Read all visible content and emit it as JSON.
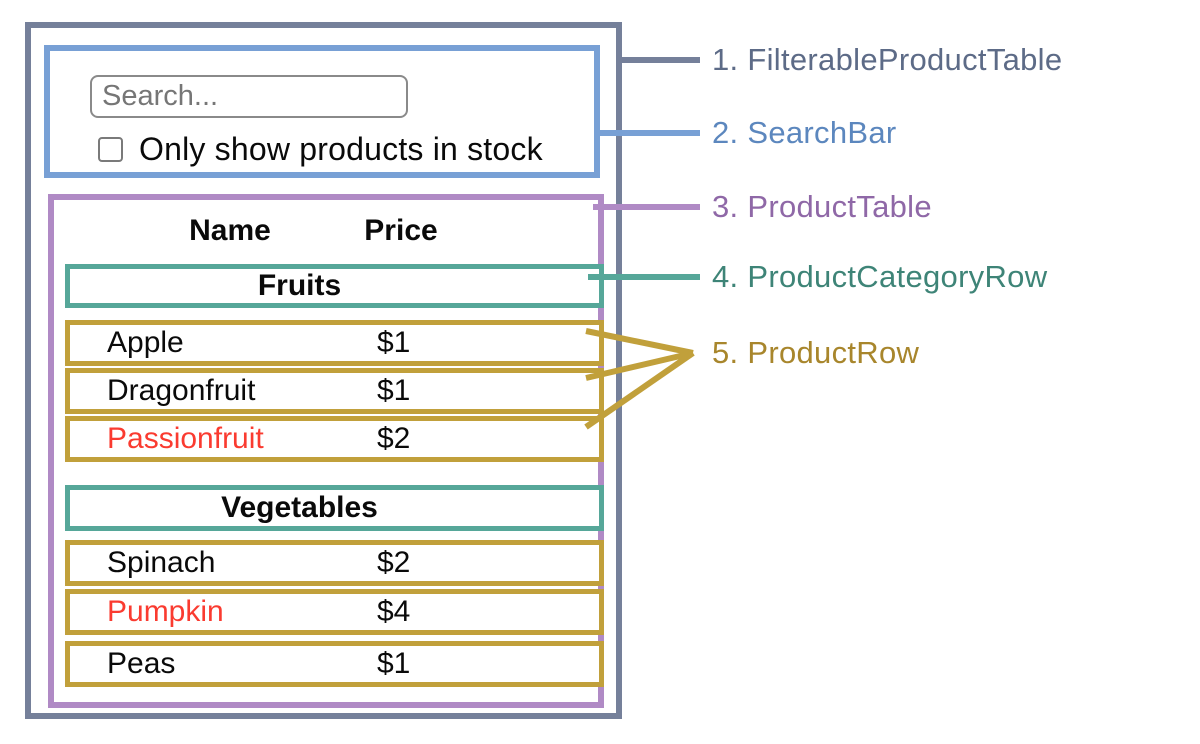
{
  "diagram": {
    "app": {
      "search_bar": {
        "search_placeholder": "Search...",
        "checkbox_checked": false,
        "checkbox_label": "Only show products in stock"
      },
      "product_table": {
        "columns": {
          "name": "Name",
          "price": "Price"
        },
        "sections": [
          {
            "category": "Fruits",
            "rows": [
              {
                "name": "Apple",
                "price": "$1"
              },
              {
                "name": "Dragonfruit",
                "price": "$1"
              },
              {
                "name": "Passionfruit",
                "price": "$2"
              }
            ]
          },
          {
            "category": "Vegetables",
            "rows": [
              {
                "name": "Spinach",
                "price": "$2"
              },
              {
                "name": "Pumpkin",
                "price": "$4"
              },
              {
                "name": "Peas",
                "price": "$1"
              }
            ]
          }
        ]
      }
    },
    "legend": [
      {
        "label": "1. FilterableProductTable",
        "text_color": "#5D6B87",
        "line_color": "#75809A"
      },
      {
        "label": "2. SearchBar",
        "text_color": "#5C87BE",
        "line_color": "#78A0D5"
      },
      {
        "label": "3. ProductTable",
        "text_color": "#8F68A7",
        "line_color": "#B08AC5"
      },
      {
        "label": "4. ProductCategoryRow",
        "text_color": "#3E8477",
        "line_color": "#56A799"
      },
      {
        "label": "5. ProductRow",
        "text_color": "#A8862C",
        "line_color": "#C1A03B"
      }
    ],
    "colors": {
      "outer_border": "#75809A",
      "searchbar_border": "#78A0D5",
      "table_border": "#B08AC5",
      "category_border": "#56A799",
      "row_border": "#C1A03B",
      "out_of_stock_text": "#FA3B30",
      "text": "#0A0A0A"
    }
  }
}
